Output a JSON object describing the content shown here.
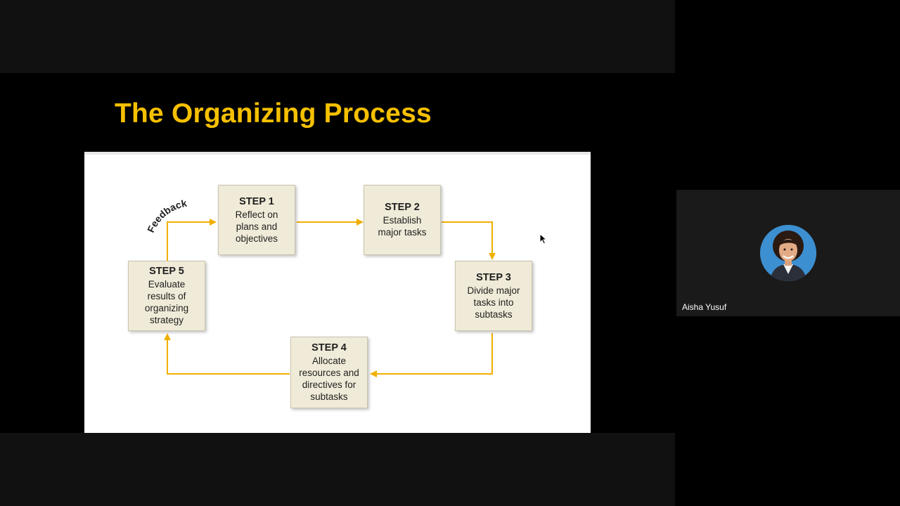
{
  "slide": {
    "title": "The Organizing Process",
    "feedback_label": "Feedback",
    "accent_color": "#f5c000",
    "arrow_color": "#f0b000",
    "steps": [
      {
        "title": "STEP 1",
        "desc": "Reflect on\nplans and\nobjectives"
      },
      {
        "title": "STEP 2",
        "desc": "Establish\nmajor tasks"
      },
      {
        "title": "STEP 3",
        "desc": "Divide major\ntasks into\nsubtasks"
      },
      {
        "title": "STEP 4",
        "desc": "Allocate\nresources and\ndirectives for\nsubtasks"
      },
      {
        "title": "STEP 5",
        "desc": "Evaluate\nresults of\norganizing\nstrategy"
      }
    ]
  },
  "participant": {
    "name": "Aisha Yusuf",
    "avatar_icon": "avatar-photo-icon"
  },
  "cursor": {
    "icon": "mouse-pointer-icon"
  }
}
